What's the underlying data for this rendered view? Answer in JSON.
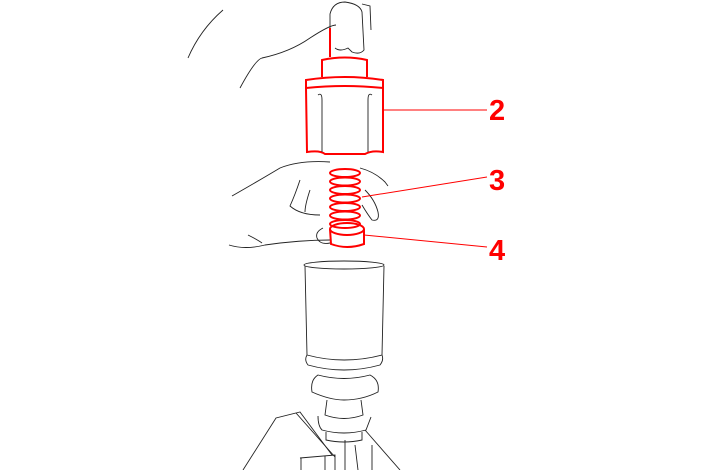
{
  "callouts": [
    {
      "label": "2",
      "part": "cap"
    },
    {
      "label": "3",
      "part": "spring"
    },
    {
      "label": "4",
      "part": "ring"
    }
  ],
  "colors": {
    "highlight": "#ff0000",
    "line": "#222222"
  }
}
